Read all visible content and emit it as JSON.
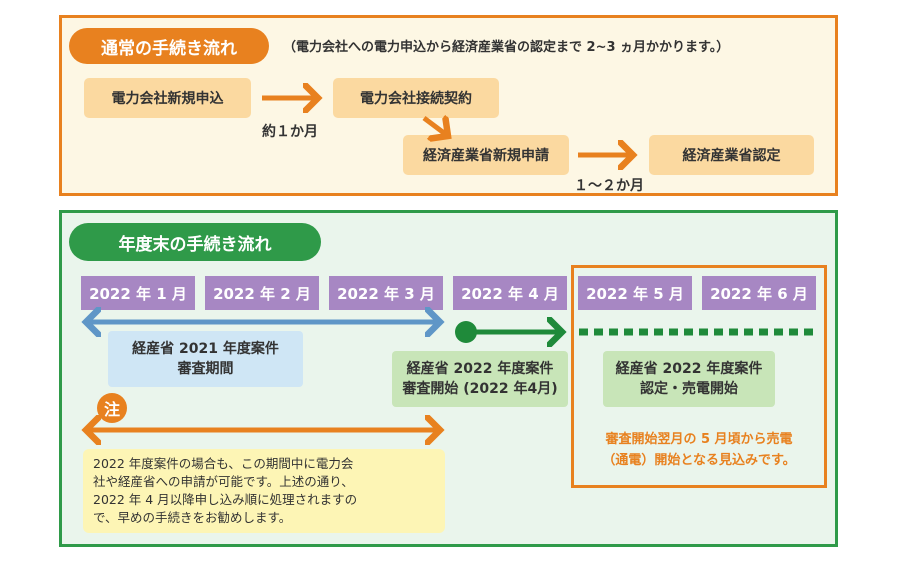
{
  "colors": {
    "orange": "#e8811f",
    "orange_soft": "#fbe7c6",
    "orange_bg": "#fdf7e4",
    "green": "#2f9a49",
    "green_dark": "#1f8a3a",
    "green_bg": "#eaf5ec",
    "green_box": "#c8e5b8",
    "purple": "#a787c3",
    "blue": "#5f96c7",
    "blue_box": "#cfe6f5",
    "yellow_box": "#fdf5b5",
    "note_text": "#e8811f"
  },
  "normal": {
    "title": "通常の手続き流れ",
    "subtitle": "（電力会社への電力申込から経済産業省の認定まで 2~3 ヵ月かかります。）",
    "step1": "電力会社新規申込",
    "step2": "電力会社接続契約",
    "step3": "経済産業省新規申請",
    "step4": "経済産業省認定",
    "gap1": "約１か月",
    "gap2": "１〜２か月"
  },
  "yearend": {
    "title": "年度末の手続き流れ",
    "months": [
      "2022 年 1 月",
      "2022 年 2 月",
      "2022 年 3 月",
      "2022 年 4 月",
      "2022 年 5 月",
      "2022 年 6 月"
    ],
    "box_blue_line1": "経産省 2021 年度案件",
    "box_blue_line2": "審査期間",
    "box_green1_line1": "経産省 2022 年度案件",
    "box_green1_line2": "審査開始 (2022 年4月)",
    "box_green2_line1": "経産省 2022 年度案件",
    "box_green2_line2": "認定・売電開始",
    "note_badge": "注",
    "note_lines": [
      "2022 年度案件の場合も、この期間中に電力会",
      "社や経産省への申請が可能です。上述の通り、",
      "2022 年 4 月以降申し込み順に処理されますの",
      "で、早めの手続きをお勧めします。"
    ],
    "orange_note_line1": "審査開始翌月の 5 月頃から売電",
    "orange_note_line2": "（通電）開始となる見込みです。"
  }
}
